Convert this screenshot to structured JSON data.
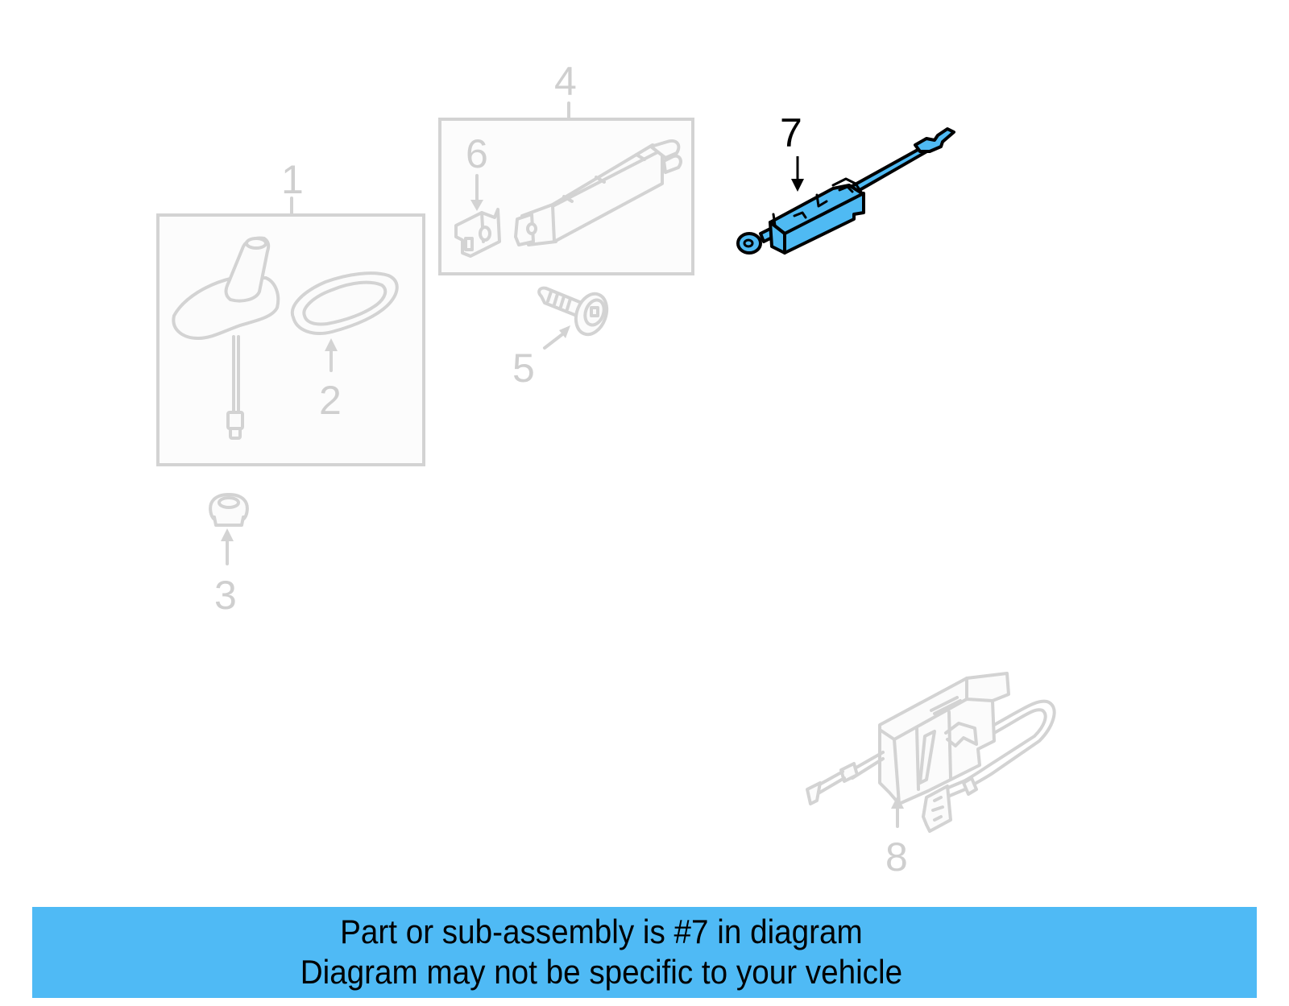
{
  "diagram": {
    "title": "Exploded parts diagram",
    "highlighted_part": "7",
    "colors": {
      "highlight": "#4fbaf3",
      "banner": "#4fbaf5",
      "ghost": "#d3d3d3",
      "active_label": "#000000"
    },
    "callouts": [
      {
        "number": "1",
        "state": "ghost",
        "part": "antenna assembly (shark fin with lead)"
      },
      {
        "number": "2",
        "state": "ghost",
        "part": "antenna gasket"
      },
      {
        "number": "3",
        "state": "ghost",
        "part": "nut"
      },
      {
        "number": "4",
        "state": "ghost",
        "part": "amplifier assembly"
      },
      {
        "number": "5",
        "state": "ghost",
        "part": "bolt"
      },
      {
        "number": "6",
        "state": "ghost",
        "part": "bracket"
      },
      {
        "number": "7",
        "state": "highlighted",
        "part": "amplifier module with lead"
      },
      {
        "number": "8",
        "state": "ghost",
        "part": "module with cable"
      }
    ]
  },
  "banner": {
    "line1": "Part or sub-assembly is #7 in diagram",
    "line2": "Diagram may not be specific to your vehicle"
  }
}
